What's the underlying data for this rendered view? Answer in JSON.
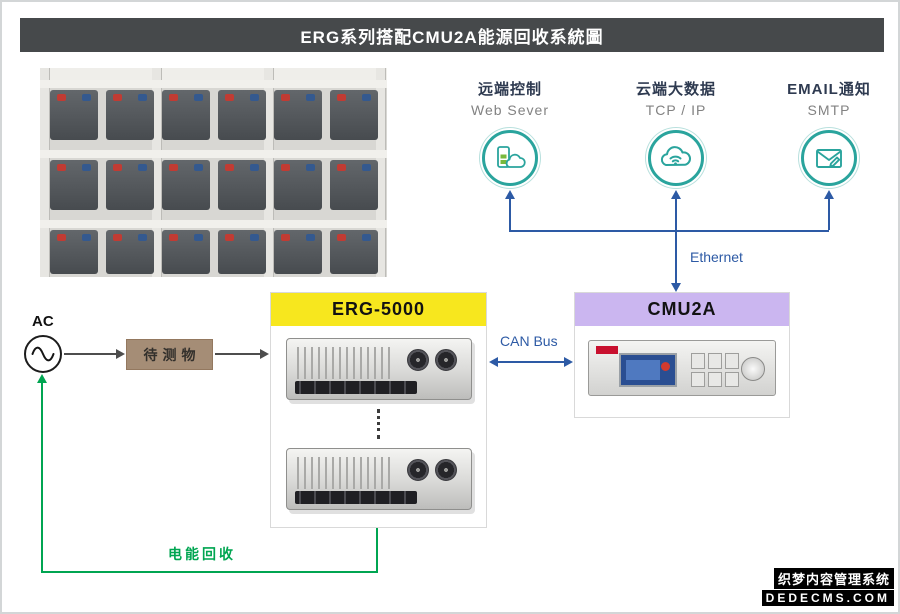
{
  "title": "ERG系列搭配CMU2A能源回收系統圖",
  "network_nodes": [
    {
      "label_cn": "远端控制",
      "label_en": "Web Sever"
    },
    {
      "label_cn": "云端大数据",
      "label_en": "TCP / IP"
    },
    {
      "label_cn": "EMAIL通知",
      "label_en": "SMTP"
    }
  ],
  "connections": {
    "ethernet": "Ethernet",
    "can_bus": "CAN Bus"
  },
  "source": {
    "label": "AC"
  },
  "dut": {
    "label": "待测物"
  },
  "devices": {
    "erg": {
      "title": "ERG-5000"
    },
    "cmu": {
      "title": "CMU2A"
    }
  },
  "recovery": {
    "label": "电能回收"
  },
  "watermark": {
    "line1": "织梦内容管理系统",
    "line2": "DEDECMS.COM"
  },
  "colors": {
    "header_dark": "#46494b",
    "teal": "#2aa49d",
    "navy": "#2d5aa5",
    "green": "#00a551",
    "yellow": "#f7e71e",
    "purple": "#cbb6f0",
    "brown": "#a58d76",
    "label_dark": "#2e3a50",
    "label_gray": "#828282"
  }
}
